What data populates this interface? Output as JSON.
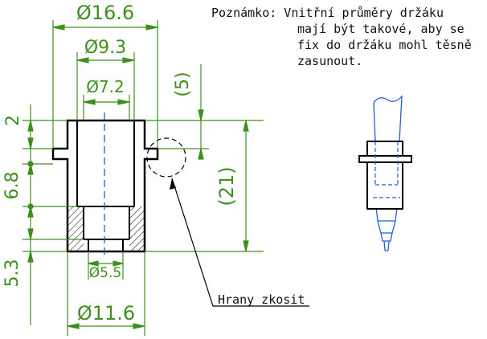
{
  "colors": {
    "dimension": "#3f8f1f",
    "outline": "#000000",
    "hidden": "#1f5fd6",
    "background": "#ffffff"
  },
  "dimensions": {
    "d_outer": "Ø16.6",
    "d_inner": "Ø9.3",
    "d_bore": "Ø7.2",
    "d_hole": "Ø5.5",
    "d_base": "Ø11.6",
    "h_top": "(5)",
    "h_total": "(21)",
    "h_2": "2",
    "h_6_8": "6.8",
    "h_5_3": "5.3"
  },
  "note": {
    "line1": "Poznámko: Vnitřní průměry držáku",
    "line2": "mají být takové, aby se",
    "line3": "fix do držáku mohl těsně",
    "line4": "zasunout."
  },
  "callout": {
    "label": "Hrany zkosit"
  }
}
